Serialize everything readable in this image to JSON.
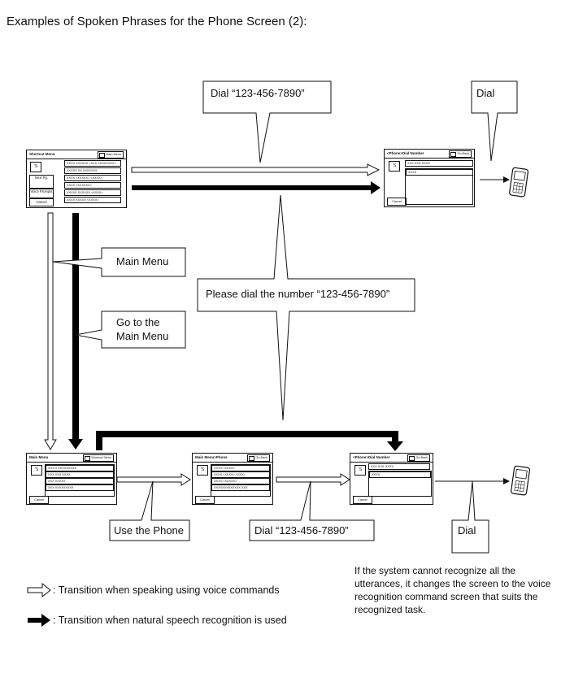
{
  "page_title": "Examples of Spoken Phrases for the Phone Screen (2):",
  "callouts": {
    "dial_number_top": "Dial “123-456-7890”",
    "dial_top": "Dial",
    "main_menu": "Main Menu",
    "go_to_main_menu": [
      "Go to the",
      "Main Menu"
    ],
    "please_dial": "Please dial the number “123-456-7890”",
    "use_the_phone": "Use the Phone",
    "dial_number_bottom": "Dial “123-456-7890”",
    "dial_bottom": "Dial"
  },
  "note": "If the system cannot recognize all the utterances, it changes the screen to the voice recognition command screen that suits the recognized task.",
  "legend": {
    "voice_commands": ": Transition when speaking using voice commands",
    "natural_speech": ": Transition when natural speech recognition is used"
  },
  "screens": {
    "shortcut_menu": {
      "title": "Shortcut Menu",
      "button": "Main Menu",
      "side": [
        "Next Pg.",
        "Voice Prompts",
        "Cancel"
      ],
      "rows": [
        "XXXX XXXXXX <XXX XXXXXXXX>",
        "XXXXX XX XXXXXXX",
        "XXXX <XXXXX> <XXXX>",
        "XXXX <XXXXXX>",
        "XXXXX XXXXXX <XXXX>",
        "XXXX XXXXX <XXXX>"
      ]
    },
    "dial_number_top": {
      "title": "<Phone>Dial Number",
      "button": "Go Back",
      "number": "XXX-XXX-XXXX",
      "rows": [
        "XXXX"
      ],
      "cancel": "Cancel"
    },
    "main_menu": {
      "title": "Main Menu",
      "button": "Shortcut Menu",
      "rows": [
        "XXX X XXXXXXXXX",
        "XXX XXX XXXX",
        "XXX XXXXX",
        "XXX XXXXXXXXX"
      ],
      "cancel": "Cancel"
    },
    "phone_menu": {
      "title": "Main Menu>Phone",
      "button": "Go Back",
      "rows": [
        "XXXX <XXXX>",
        "XXXX <XXXX> <XXX>",
        "XXXX <XXXXX>",
        "XXXXXXXXXXXXX XXX"
      ],
      "cancel": "Cancel"
    },
    "dial_number_bottom": {
      "title": "<Phone>Dial Number",
      "button": "Go Back",
      "number": "XXX-XXX-XXXX",
      "rows": [
        "XXXX"
      ],
      "cancel": "Cancel"
    }
  },
  "colors": {
    "line": "#111111",
    "fill": "#ffffff",
    "thick_arrow": "#000000"
  }
}
